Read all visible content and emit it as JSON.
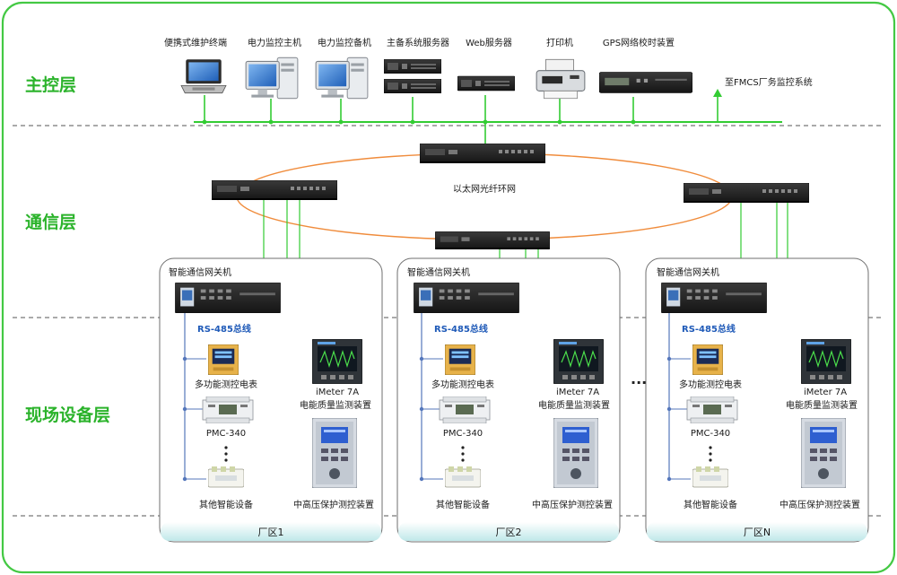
{
  "colors": {
    "frame": "#44c944",
    "bus": "#33cc33",
    "ring": "#f08c3c",
    "layer_text": "#2bb32b",
    "rs485_text": "#1f5ab8",
    "zone_band": "#cfeef0"
  },
  "layers": {
    "main": "主控层",
    "comm": "通信层",
    "field": "现场设备层"
  },
  "main_devices": [
    {
      "label": "便携式维护终端",
      "icon": "laptop-icon"
    },
    {
      "label": "电力监控主机",
      "icon": "workstation-icon"
    },
    {
      "label": "电力监控备机",
      "icon": "workstation-icon"
    },
    {
      "label": "主备系统服务器",
      "icon": "rack-server-icon"
    },
    {
      "label": "Web服务器",
      "icon": "rack-server-icon"
    },
    {
      "label": "打印机",
      "icon": "printer-icon"
    },
    {
      "label": "GPS网络校时装置",
      "icon": "gps-clock-icon"
    }
  ],
  "fmcs_label": "至FMCS厂务监控系统",
  "ring_label": "以太网光纤环网",
  "zones": [
    {
      "gateway": "智能通信网关机",
      "bus": "RS-485总线",
      "meter": "多功能测控电表",
      "pmc": "PMC-340",
      "ellipsis": "⋮",
      "other": "其他智能设备",
      "imeter_model": "iMeter 7A",
      "imeter_desc": "电能质量监测装置",
      "protection": "中高压保护测控装置",
      "name": "厂区1"
    },
    {
      "gateway": "智能通信网关机",
      "bus": "RS-485总线",
      "meter": "多功能测控电表",
      "pmc": "PMC-340",
      "ellipsis": "⋮",
      "other": "其他智能设备",
      "imeter_model": "iMeter 7A",
      "imeter_desc": "电能质量监测装置",
      "protection": "中高压保护测控装置",
      "name": "厂区2"
    },
    {
      "gateway": "智能通信网关机",
      "bus": "RS-485总线",
      "meter": "多功能测控电表",
      "pmc": "PMC-340",
      "ellipsis": "⋮",
      "other": "其他智能设备",
      "imeter_model": "iMeter 7A",
      "imeter_desc": "电能质量监测装置",
      "protection": "中高压保护测控装置",
      "name": "厂区N"
    }
  ],
  "zone_gap": "···"
}
